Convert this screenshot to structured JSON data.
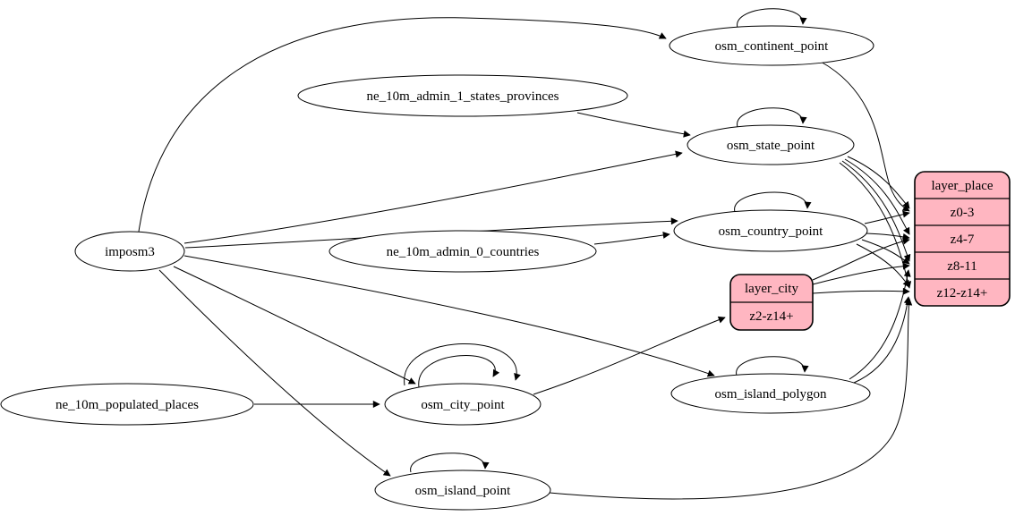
{
  "diagram": {
    "type": "graphviz-etl-flow",
    "colors": {
      "record_fill": "#ffb6c1",
      "node_fill": "#ffffff",
      "stroke": "#000000",
      "background": "#ffffff"
    },
    "nodes": {
      "imposm3": {
        "label": "imposm3"
      },
      "ne_10m_admin_1_states_provinces": {
        "label": "ne_10m_admin_1_states_provinces"
      },
      "ne_10m_admin_0_countries": {
        "label": "ne_10m_admin_0_countries"
      },
      "ne_10m_populated_places": {
        "label": "ne_10m_populated_places"
      },
      "osm_continent_point": {
        "label": "osm_continent_point"
      },
      "osm_state_point": {
        "label": "osm_state_point"
      },
      "osm_country_point": {
        "label": "osm_country_point"
      },
      "osm_city_point": {
        "label": "osm_city_point"
      },
      "osm_island_polygon": {
        "label": "osm_island_polygon"
      },
      "osm_island_point": {
        "label": "osm_island_point"
      }
    },
    "records": {
      "layer_city": {
        "title": "layer_city",
        "rows": [
          "z2-z14+"
        ]
      },
      "layer_place": {
        "title": "layer_place",
        "rows": [
          "z0-3",
          "z4-7",
          "z8-11",
          "z12-z14+"
        ]
      }
    },
    "edges": [
      {
        "from": "imposm3",
        "to": "osm_continent_point"
      },
      {
        "from": "imposm3",
        "to": "osm_state_point"
      },
      {
        "from": "imposm3",
        "to": "osm_country_point"
      },
      {
        "from": "imposm3",
        "to": "osm_city_point"
      },
      {
        "from": "imposm3",
        "to": "osm_island_point"
      },
      {
        "from": "imposm3",
        "to": "osm_island_polygon"
      },
      {
        "from": "ne_10m_admin_1_states_provinces",
        "to": "osm_state_point"
      },
      {
        "from": "ne_10m_admin_0_countries",
        "to": "osm_country_point"
      },
      {
        "from": "ne_10m_populated_places",
        "to": "osm_city_point"
      },
      {
        "from": "osm_continent_point",
        "to": "osm_continent_point"
      },
      {
        "from": "osm_state_point",
        "to": "osm_state_point"
      },
      {
        "from": "osm_country_point",
        "to": "osm_country_point"
      },
      {
        "from": "osm_city_point",
        "to": "osm_city_point"
      },
      {
        "from": "osm_city_point",
        "to": "osm_city_point"
      },
      {
        "from": "osm_island_polygon",
        "to": "osm_island_polygon"
      },
      {
        "from": "osm_island_point",
        "to": "osm_island_point"
      },
      {
        "from": "osm_city_point",
        "to": "layer_city:z2-z14+"
      },
      {
        "from": "osm_continent_point",
        "to": "layer_place:z0-3"
      },
      {
        "from": "osm_state_point",
        "to": "layer_place:z0-3"
      },
      {
        "from": "osm_state_point",
        "to": "layer_place:z4-7"
      },
      {
        "from": "osm_state_point",
        "to": "layer_place:z8-11"
      },
      {
        "from": "osm_state_point",
        "to": "layer_place:z12-z14+"
      },
      {
        "from": "osm_country_point",
        "to": "layer_place:z0-3"
      },
      {
        "from": "osm_country_point",
        "to": "layer_place:z4-7"
      },
      {
        "from": "osm_country_point",
        "to": "layer_place:z8-11"
      },
      {
        "from": "osm_country_point",
        "to": "layer_place:z12-z14+"
      },
      {
        "from": "layer_city",
        "to": "layer_place:z4-7"
      },
      {
        "from": "layer_city",
        "to": "layer_place:z8-11"
      },
      {
        "from": "layer_city",
        "to": "layer_place:z12-z14+"
      },
      {
        "from": "osm_island_polygon",
        "to": "layer_place:z8-11"
      },
      {
        "from": "osm_island_polygon",
        "to": "layer_place:z12-z14+"
      },
      {
        "from": "osm_island_point",
        "to": "layer_place:z12-z14+"
      }
    ]
  }
}
